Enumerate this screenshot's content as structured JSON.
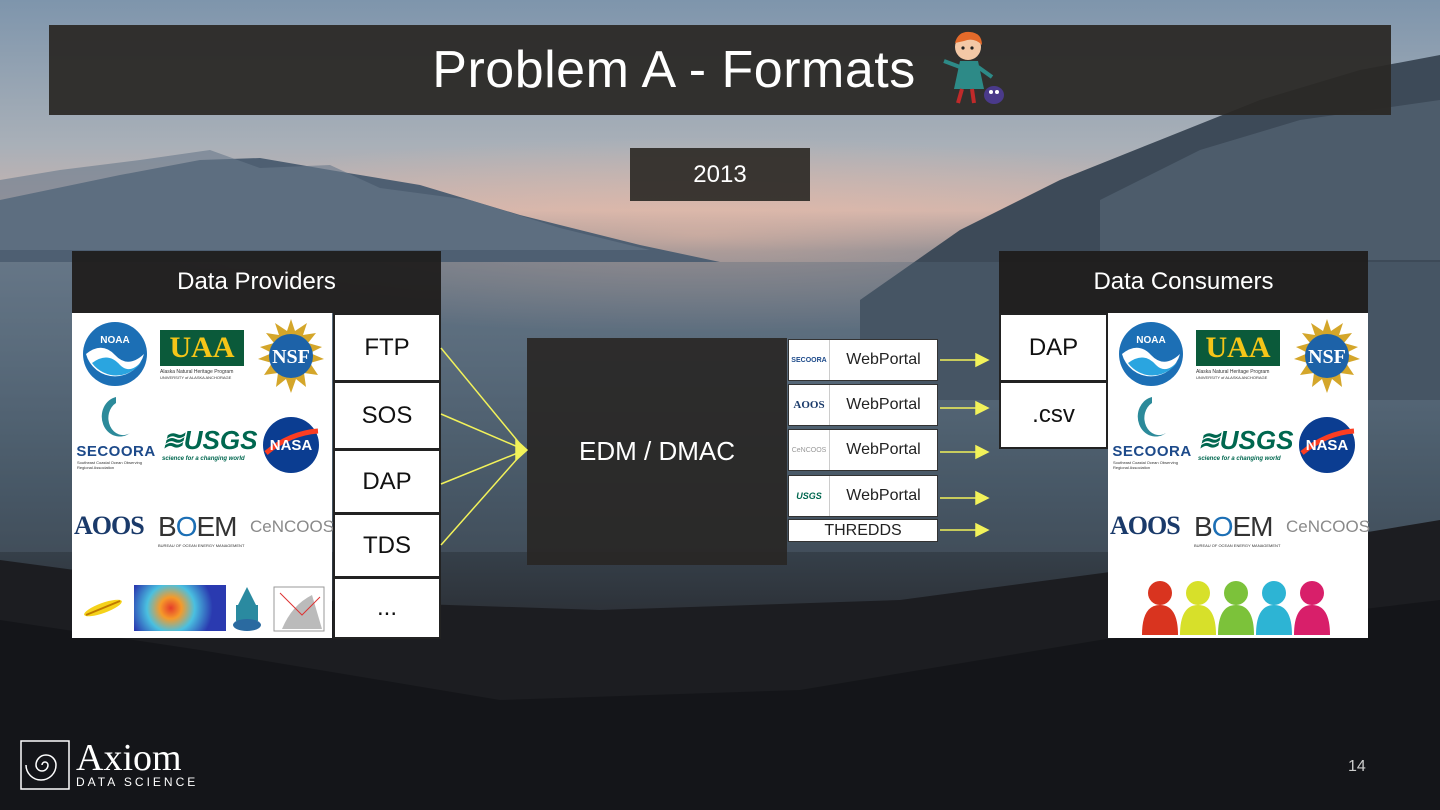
{
  "slide": {
    "title": "Problem A - Formats",
    "year": "2013",
    "page_number": "14"
  },
  "providers": {
    "heading": "Data Providers",
    "formats": [
      "FTP",
      "SOS",
      "DAP",
      "TDS",
      "..."
    ],
    "logos": [
      "NOAA",
      "UAA",
      "NSF",
      "SECOORA",
      "USGS",
      "NASA",
      "AOOS",
      "BOEM",
      "CeNCOOS"
    ],
    "logo_text": {
      "uaa_sub": "Alaska Natural Heritage Program",
      "uaa_sub2": "UNIVERSITY of ALASKA ANCHORAGE",
      "secoora_sub": "Southeast Coastal Ocean Observing Regional Association",
      "usgs_sub": "science for a changing world",
      "boem_sub": "BUREAU OF OCEAN ENERGY MANAGEMENT"
    }
  },
  "center": {
    "label": "EDM / DMAC",
    "portals": [
      {
        "logo": "SECOORA",
        "label": "WebPortal"
      },
      {
        "logo": "AOOS",
        "label": "WebPortal"
      },
      {
        "logo": "CeNCOOS",
        "label": "WebPortal"
      },
      {
        "logo": "USGS",
        "label": "WebPortal"
      }
    ],
    "thredds": "THREDDS"
  },
  "consumers": {
    "heading": "Data Consumers",
    "formats": [
      "DAP",
      ".csv"
    ]
  },
  "brand": {
    "name": "Axiom",
    "sub": "DATA SCIENCE"
  },
  "colors": {
    "arrow": "#f2f25a",
    "panel_dark": "#2e2b28",
    "noaa_blue": "#1c6fb5",
    "uaa_green": "#0b5a3a",
    "usgs_green": "#00674f",
    "nsf_blue": "#1d62a8"
  }
}
